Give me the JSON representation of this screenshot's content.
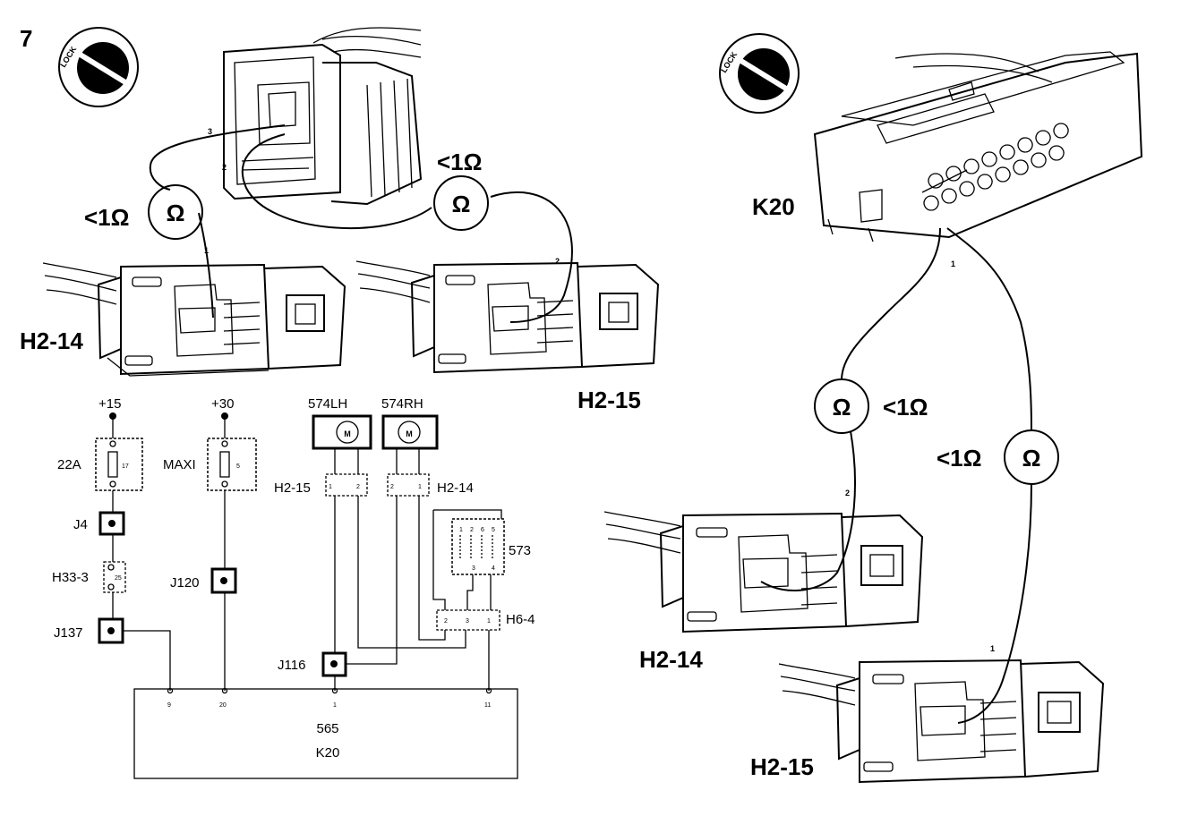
{
  "figure": {
    "number": "7",
    "lock_label": "LOCK"
  },
  "meters": {
    "m1": {
      "symbol": "Ω",
      "reading": "<1Ω"
    },
    "m2": {
      "symbol": "Ω",
      "reading": "<1Ω"
    },
    "m3": {
      "symbol": "Ω",
      "reading": "<1Ω"
    },
    "m4": {
      "symbol": "Ω",
      "reading": "<1Ω"
    }
  },
  "connectors": {
    "k20": "K20",
    "h2_14_left": "H2-14",
    "h2_15_left": "H2-15",
    "h2_14_right": "H2-14",
    "h2_15_right": "H2-15"
  },
  "pins": {
    "left_plug_3": "3",
    "left_plug_2": "2",
    "h2_14_left_pin": "1",
    "h2_15_left_pin": "2",
    "k20_pin": "1",
    "h2_14_right_pin": "2",
    "h2_15_right_pin": "1"
  },
  "schematic": {
    "supply_15": "+15",
    "supply_30": "+30",
    "fuse_22a": "22A",
    "fuse_22a_no": "17",
    "fuse_maxi": "MAXI",
    "fuse_maxi_no": "5",
    "j4": "J4",
    "h33_3": "H33-3",
    "h33_3_pin": "25",
    "j137": "J137",
    "j120": "J120",
    "motor_lh": "574LH",
    "motor_rh": "574RH",
    "motor_symbol": "M",
    "h2_15": "H2-15",
    "h2_14": "H2-14",
    "switch_573": "573",
    "h6_4": "H6-4",
    "j116": "J116",
    "ecu_number": "565",
    "ecu_name": "K20",
    "ecu_pin_9": "9",
    "ecu_pin_20": "20",
    "ecu_pin_1": "1",
    "ecu_pin_11": "11",
    "pin_1": "1",
    "pin_2": "2",
    "pin_3": "3",
    "pin_4": "4",
    "pin_5": "5",
    "pin_6": "6"
  }
}
